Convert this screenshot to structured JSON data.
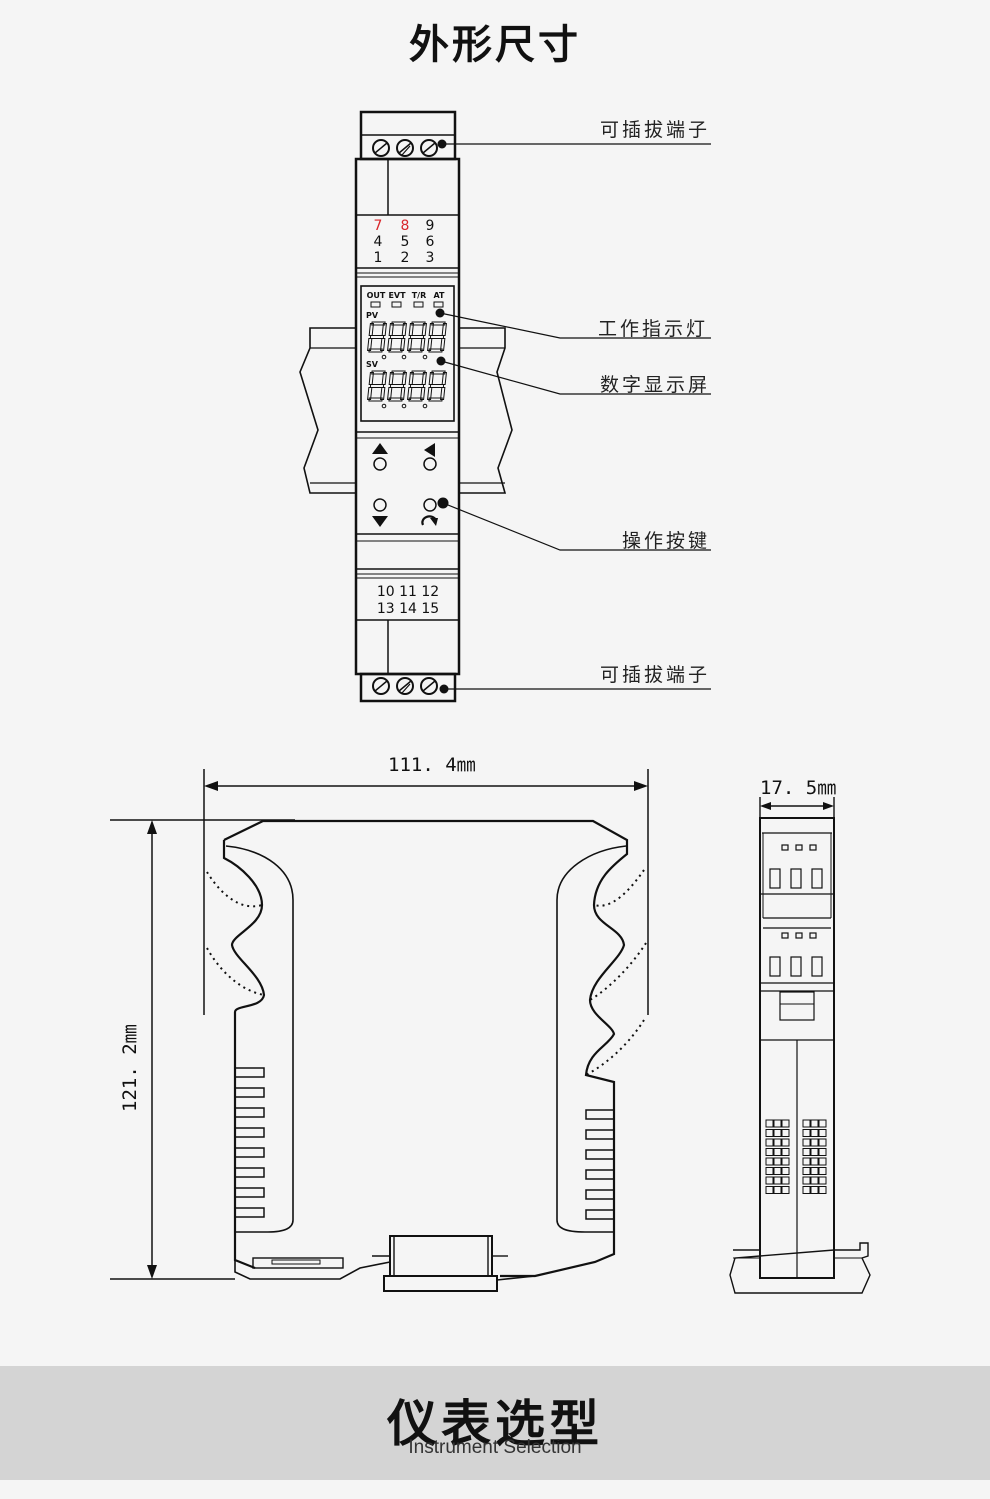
{
  "title": "外形尺寸",
  "callouts": {
    "plug_terminal_top": "可插拔端子",
    "work_indicator": "工作指示灯",
    "digital_display": "数字显示屏",
    "operation_keys": "操作按键",
    "plug_terminal_bottom": "可插拔端子"
  },
  "device": {
    "terminal_row_top": [
      "7",
      "8",
      "9"
    ],
    "terminal_row_mid": [
      "4",
      "5",
      "6"
    ],
    "terminal_row_low": [
      "1",
      "2",
      "3"
    ],
    "terminal_highlight_color": "#d9262b",
    "indicators": [
      "OUT",
      "EVT",
      "T/R",
      "AT"
    ],
    "pv_label": "PV",
    "sv_label": "SV",
    "bottom_terminals_top": "10 11 12",
    "bottom_terminals_low": "13 14 15"
  },
  "dimensions": {
    "width": "111. 4㎜",
    "height": "121. 2㎜",
    "depth": "17. 5㎜"
  },
  "banner": {
    "title": "仪表选型",
    "subtitle": "Instrument Selection"
  }
}
